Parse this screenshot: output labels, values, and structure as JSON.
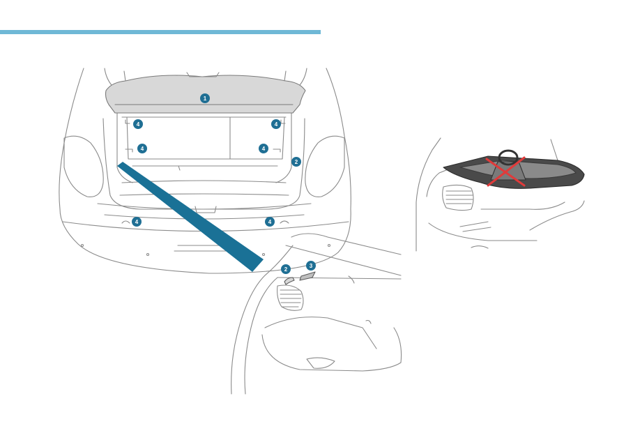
{
  "colors": {
    "accent_bar": "#6fb8d6",
    "callout": "#1f6f94",
    "pointer": "#1a7196",
    "prohibit": "#e03a3a",
    "line": "#8a8a8a",
    "panel_fill": "#d8d8d8"
  },
  "main_illustration": {
    "callouts": {
      "c1": "1",
      "c2": "2",
      "c4a": "4",
      "c4b": "4",
      "c4c": "4",
      "c4d": "4",
      "c4e": "4",
      "c4f": "4"
    }
  },
  "detail_illustration": {
    "callouts": {
      "c2": "2",
      "c3": "3"
    }
  },
  "prohibited_illustration": {
    "icon": "prohibited-cross-icon"
  }
}
